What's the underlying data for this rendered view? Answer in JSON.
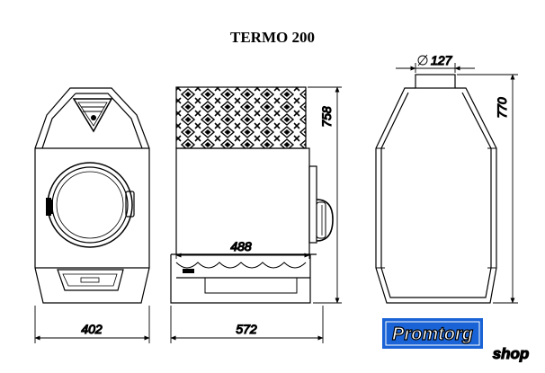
{
  "title": "TERMO 200",
  "dimensions": {
    "front_width": "402",
    "side_width": "572",
    "grate_width": "488",
    "side_height": "758",
    "flue_diameter": "127",
    "total_height": "770"
  },
  "logo": {
    "line1": "Promtorg",
    "line2": "shop",
    "color": "#1a63d6"
  }
}
